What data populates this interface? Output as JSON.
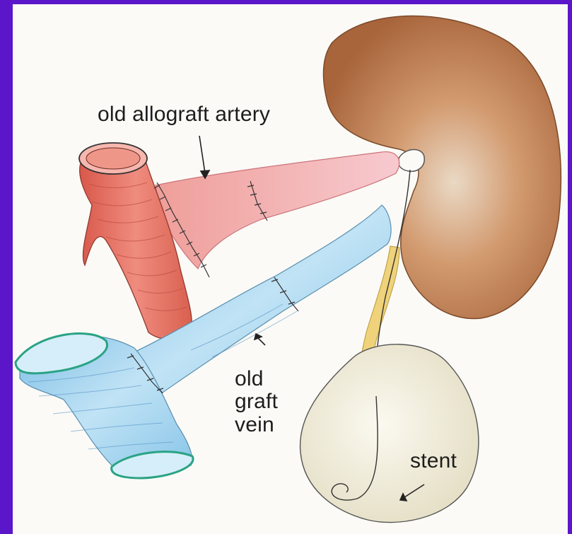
{
  "labels": {
    "artery": "old allograft artery",
    "vein_lines": [
      "old",
      "graft",
      "vein"
    ],
    "stent": "stent"
  },
  "colors": {
    "frame": "#5b16c9",
    "paper": "#fbfaf6",
    "kidney": "#b6744a",
    "artery": "#e77f74",
    "vein": "#9cd0ec",
    "vein_rim": "#2aa384",
    "ureter": "#efd27a",
    "bladder": "#f0ecd9"
  }
}
